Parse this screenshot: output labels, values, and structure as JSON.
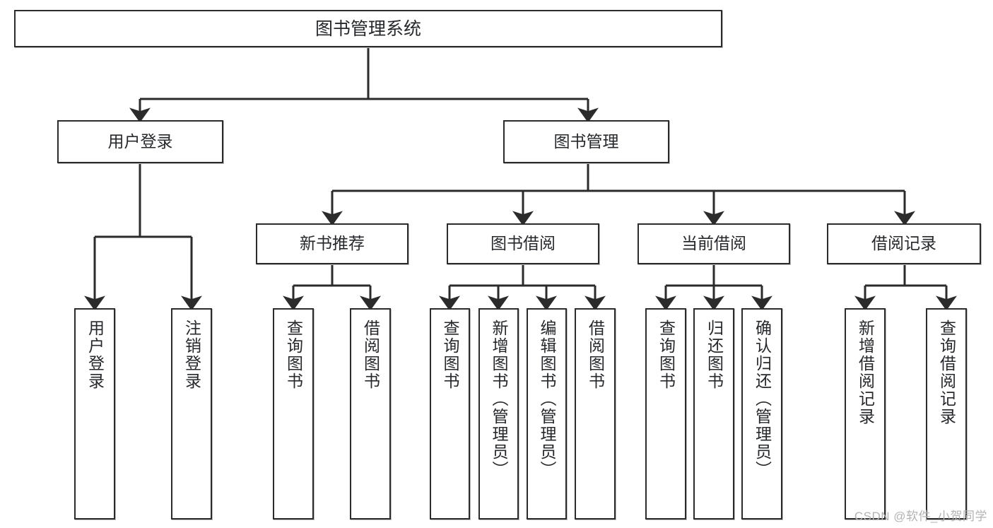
{
  "diagram": {
    "title": "图书管理系统",
    "type": "tree-hierarchy-chart",
    "watermark": "CSDN @软件_小贺同学",
    "colors": {
      "box_border": "#2b2b2b",
      "box_fill": "#ffffff",
      "edge": "#2b2b2b",
      "text": "#26282b",
      "watermark": "#b3b3b3"
    },
    "nodes": {
      "root": {
        "label": "图书管理系统"
      },
      "level2": [
        {
          "id": "user-login",
          "label": "用户登录"
        },
        {
          "id": "book-manage",
          "label": "图书管理"
        }
      ],
      "level3": [
        {
          "id": "new-book-recommend",
          "label": "新书推荐"
        },
        {
          "id": "book-borrow",
          "label": "图书借阅"
        },
        {
          "id": "current-borrow",
          "label": "当前借阅"
        },
        {
          "id": "borrow-record",
          "label": "借阅记录"
        }
      ],
      "leaves": {
        "user-login": [
          {
            "id": "leaf-user-login",
            "label": "用户登录"
          },
          {
            "id": "leaf-user-logout",
            "label": "注销登录"
          }
        ],
        "new-book-recommend": [
          {
            "id": "leaf-query-book-1",
            "label": "查询图书"
          },
          {
            "id": "leaf-borrow-book-1",
            "label": "借阅图书"
          }
        ],
        "book-borrow": [
          {
            "id": "leaf-query-book-2",
            "label": "查询图书"
          },
          {
            "id": "leaf-add-book-admin",
            "label": "新增图书（管理员）"
          },
          {
            "id": "leaf-edit-book-admin",
            "label": "编辑图书（管理员）"
          },
          {
            "id": "leaf-borrow-book-2",
            "label": "借阅图书"
          }
        ],
        "current-borrow": [
          {
            "id": "leaf-query-book-3",
            "label": "查询图书"
          },
          {
            "id": "leaf-return-book",
            "label": "归还图书"
          },
          {
            "id": "leaf-confirm-return-admin",
            "label": "确认归还（管理员）"
          }
        ],
        "borrow-record": [
          {
            "id": "leaf-add-borrow-record",
            "label": "新增借阅记录"
          },
          {
            "id": "leaf-query-borrow-record",
            "label": "查询借阅记录"
          }
        ]
      }
    }
  }
}
